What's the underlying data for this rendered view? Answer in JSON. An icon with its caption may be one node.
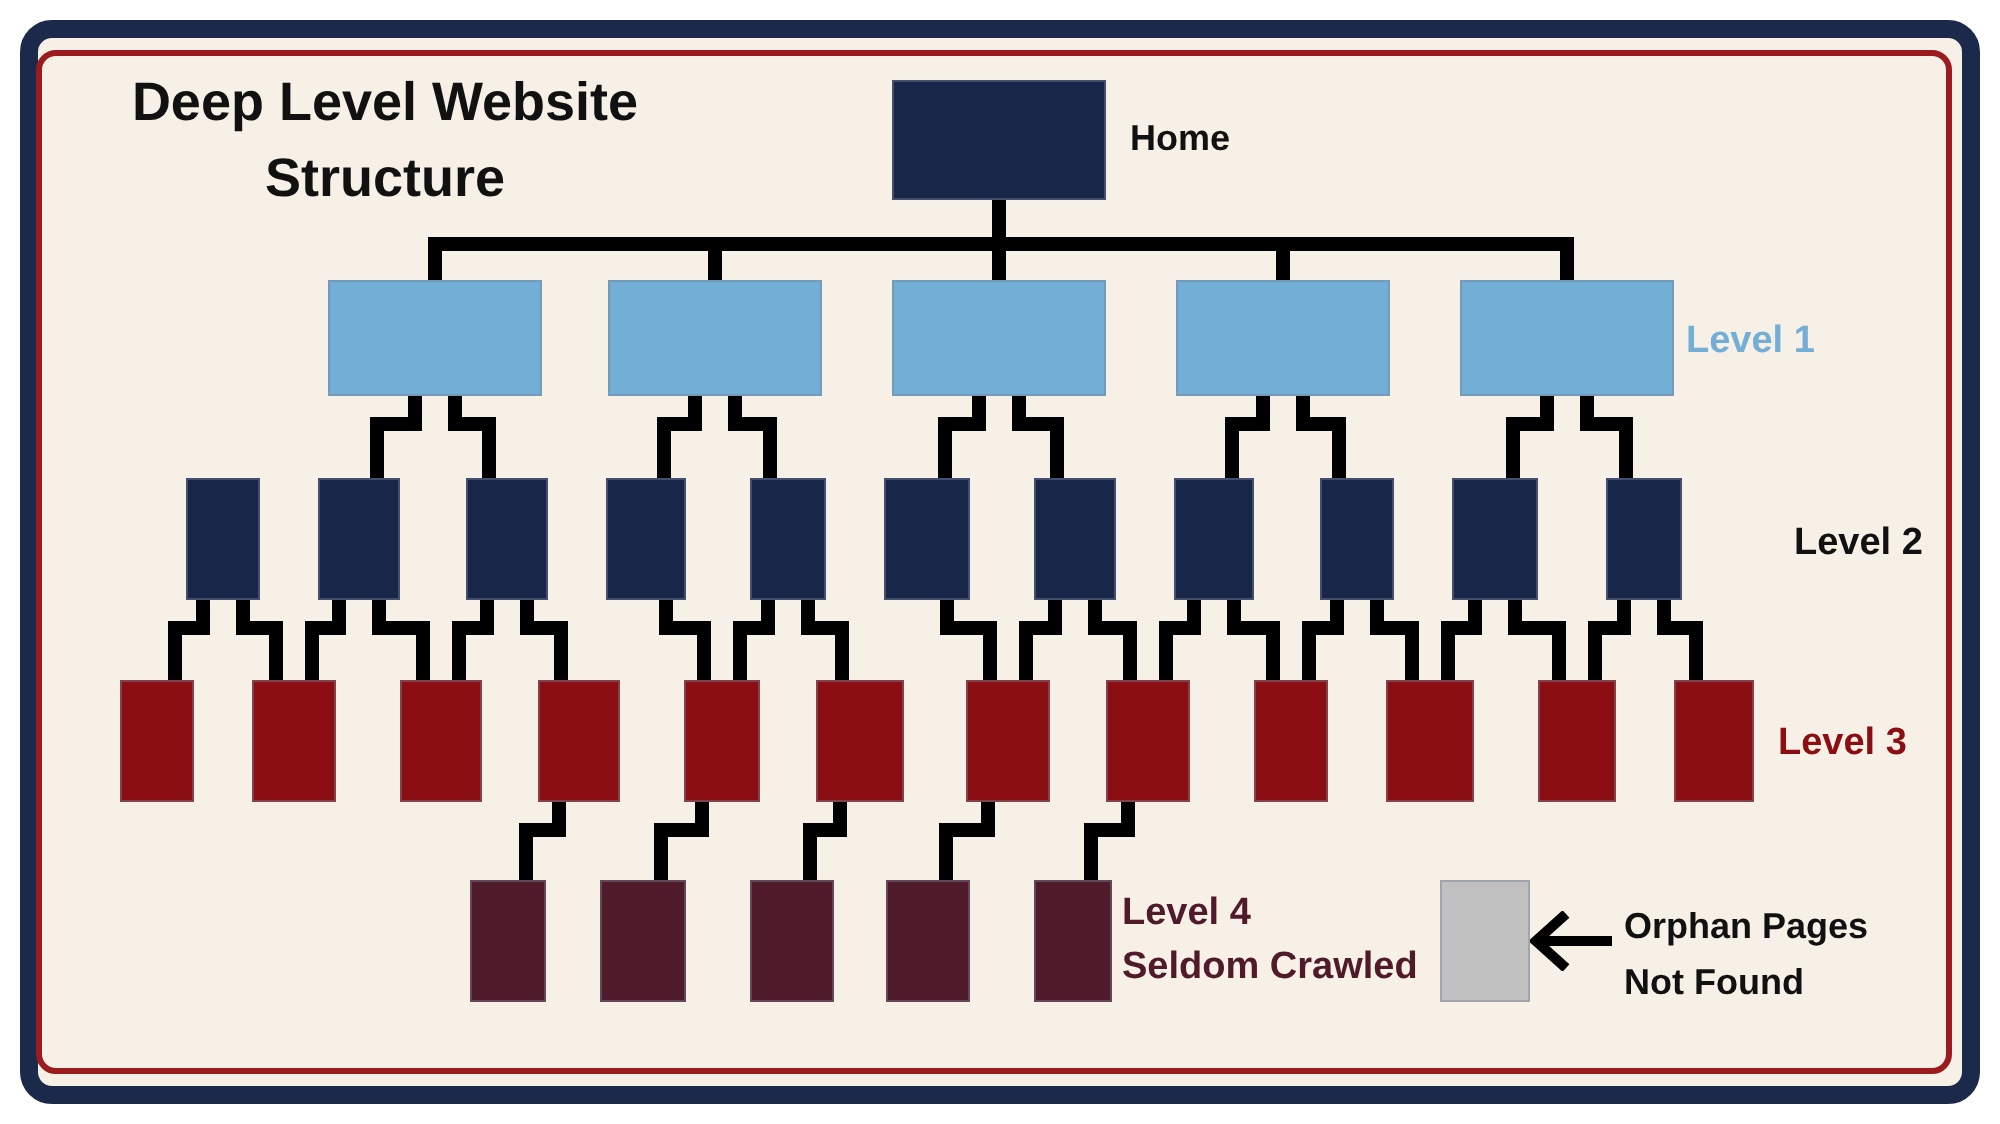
{
  "diagram": {
    "title": "Deep Level Website Structure",
    "nodes": [
      {
        "text": [],
        "shape": "box",
        "beside": [
          "Home"
        ]
      },
      {
        "text": [],
        "shape": "box"
      },
      {
        "text": [],
        "shape": "box"
      },
      {
        "text": [],
        "shape": "box"
      },
      {
        "text": [],
        "shape": "box"
      },
      {
        "text": [],
        "shape": "box"
      },
      {
        "text": [],
        "shape": "box"
      },
      {
        "text": [],
        "shape": "box"
      },
      {
        "text": [],
        "shape": "box"
      },
      {
        "text": [],
        "shape": "box"
      },
      {
        "text": [],
        "shape": "box"
      },
      {
        "text": [],
        "shape": "box"
      },
      {
        "text": [],
        "shape": "box"
      },
      {
        "text": [],
        "shape": "box"
      },
      {
        "text": [],
        "shape": "box"
      },
      {
        "text": [],
        "shape": "box"
      },
      {
        "text": [],
        "shape": "box"
      },
      {
        "text": [],
        "shape": "box"
      },
      {
        "text": [],
        "shape": "box"
      },
      {
        "text": [],
        "shape": "box"
      },
      {
        "text": [],
        "shape": "box"
      },
      {
        "text": [],
        "shape": "box"
      },
      {
        "text": [],
        "shape": "box"
      },
      {
        "text": [],
        "shape": "box"
      },
      {
        "text": [],
        "shape": "box"
      },
      {
        "text": [],
        "shape": "box"
      },
      {
        "text": [],
        "shape": "box"
      },
      {
        "text": [],
        "shape": "box"
      },
      {
        "text": [],
        "shape": "box"
      },
      {
        "text": [],
        "shape": "box"
      },
      {
        "text": [],
        "shape": "box"
      },
      {
        "text": [],
        "shape": "box"
      },
      {
        "text": [],
        "shape": "box"
      },
      {
        "text": [],
        "shape": "box"
      },
      {
        "text": [],
        "shape": "box"
      },
      {
        "text": [
          "Orphan Pages Not Found"
        ]
      }
    ],
    "edges": [
      {
        "from": 0,
        "to": 1,
        "arrow": "none"
      },
      {
        "from": 0,
        "to": 2,
        "arrow": "none"
      },
      {
        "from": 0,
        "to": 3,
        "arrow": "none"
      },
      {
        "from": 0,
        "to": 4,
        "arrow": "none"
      },
      {
        "from": 0,
        "to": 5,
        "arrow": "none"
      },
      {
        "from": 1,
        "to": 7,
        "arrow": "none"
      },
      {
        "from": 1,
        "to": 8,
        "arrow": "none"
      },
      {
        "from": 2,
        "to": 9,
        "arrow": "none"
      },
      {
        "from": 2,
        "to": 10,
        "arrow": "none"
      },
      {
        "from": 3,
        "to": 11,
        "arrow": "none"
      },
      {
        "from": 3,
        "to": 12,
        "arrow": "none"
      },
      {
        "from": 4,
        "to": 13,
        "arrow": "none"
      },
      {
        "from": 4,
        "to": 14,
        "arrow": "none"
      },
      {
        "from": 5,
        "to": 15,
        "arrow": "none"
      },
      {
        "from": 5,
        "to": 16,
        "arrow": "none"
      },
      {
        "from": 6,
        "to": 17,
        "arrow": "none"
      },
      {
        "from": 6,
        "to": 18,
        "arrow": "none"
      },
      {
        "from": 7,
        "to": 18,
        "arrow": "none"
      },
      {
        "from": 7,
        "to": 19,
        "arrow": "none"
      },
      {
        "from": 8,
        "to": 19,
        "arrow": "none"
      },
      {
        "from": 8,
        "to": 20,
        "arrow": "none"
      },
      {
        "from": 9,
        "to": 21,
        "arrow": "none"
      },
      {
        "from": 10,
        "to": 21,
        "arrow": "none"
      },
      {
        "from": 10,
        "to": 22,
        "arrow": "none"
      },
      {
        "from": 11,
        "to": 23,
        "arrow": "none"
      },
      {
        "from": 12,
        "to": 23,
        "arrow": "none"
      },
      {
        "from": 12,
        "to": 24,
        "arrow": "none"
      },
      {
        "from": 13,
        "to": 24,
        "arrow": "none"
      },
      {
        "from": 13,
        "to": 25,
        "arrow": "none"
      },
      {
        "from": 14,
        "to": 25,
        "arrow": "none"
      },
      {
        "from": 14,
        "to": 26,
        "arrow": "none"
      },
      {
        "from": 15,
        "to": 26,
        "arrow": "none"
      },
      {
        "from": 15,
        "to": 27,
        "arrow": "none"
      },
      {
        "from": 16,
        "to": 27,
        "arrow": "none"
      },
      {
        "from": 16,
        "to": 28,
        "arrow": "none"
      },
      {
        "from": 20,
        "to": 29,
        "arrow": "none"
      },
      {
        "from": 21,
        "to": 30,
        "arrow": "none"
      },
      {
        "from": 22,
        "to": 31,
        "arrow": "none"
      },
      {
        "from": 23,
        "to": 32,
        "arrow": "none"
      },
      {
        "from": 24,
        "to": 33,
        "arrow": "none"
      },
      {
        "from": 35,
        "to": 34,
        "arrow": "to"
      }
    ],
    "labels": [
      "Level 1",
      "Level 2",
      "Level 3",
      "Level 4",
      "Seldom Crawled"
    ]
  }
}
